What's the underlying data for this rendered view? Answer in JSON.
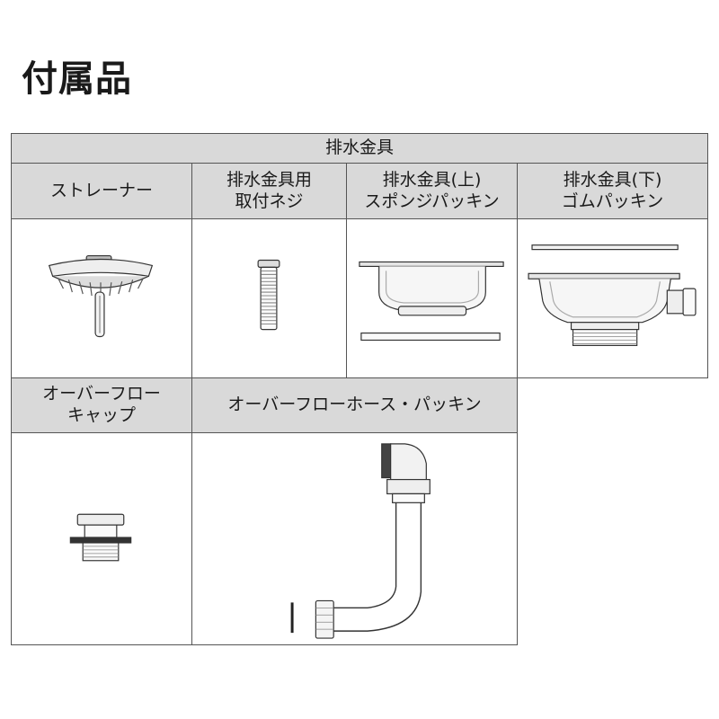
{
  "title": "付属品",
  "section_top": {
    "group_header": "排水金具",
    "items": [
      {
        "label": "ストレーナー",
        "icon": "strainer-icon"
      },
      {
        "label": "排水金具用\n取付ネジ",
        "icon": "mounting-screw-icon"
      },
      {
        "label": "排水金具(上)\nスポンジパッキン",
        "icon": "upper-sponge-gasket-icon"
      },
      {
        "label": "排水金具(下)\nゴムパッキン",
        "icon": "lower-rubber-gasket-icon"
      }
    ]
  },
  "section_bottom": {
    "items": [
      {
        "label": "オーバーフロー\nキャップ",
        "icon": "overflow-cap-icon"
      },
      {
        "label": "オーバーフローホース・パッキン",
        "icon": "overflow-hose-gasket-icon"
      }
    ]
  }
}
